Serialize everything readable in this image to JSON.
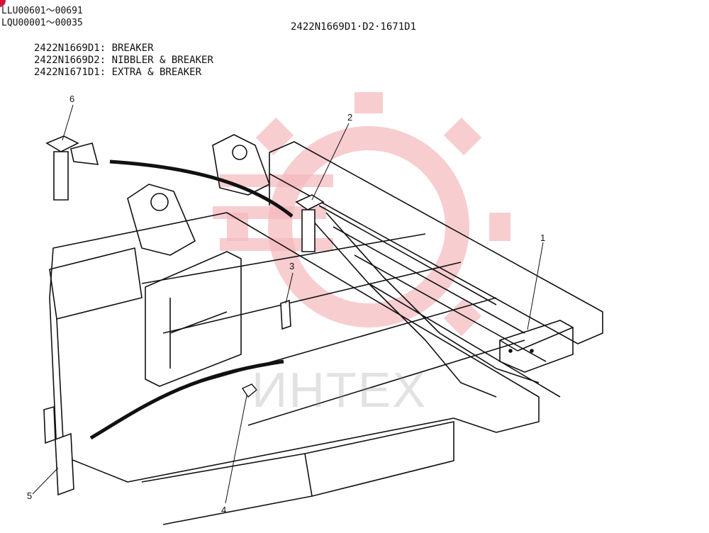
{
  "header": {
    "serial_range_1": "LLU00601～00691",
    "serial_range_2": "LQU00001～00035",
    "doc_number": "2422N1669D1·D2·1671D1"
  },
  "legend": {
    "items": [
      {
        "code": "2422N1669D1",
        "desc": "BREAKER"
      },
      {
        "code": "2422N1669D2",
        "desc": "NIBBLER & BREAKER"
      },
      {
        "code": "2422N1671D1",
        "desc": "EXTRA & BREAKER"
      }
    ]
  },
  "callouts": [
    "1",
    "2",
    "3",
    "4",
    "5",
    "6"
  ],
  "watermark": {
    "text": "ИНТЕХ",
    "color": "#e8323c"
  }
}
